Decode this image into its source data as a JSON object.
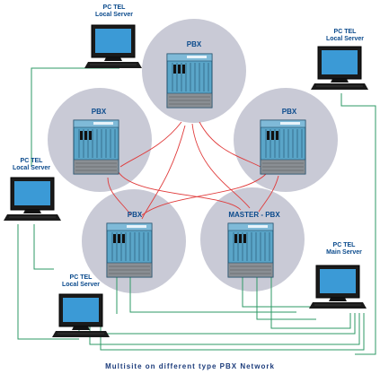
{
  "caption": "Multisite on different type PBX Network",
  "colors": {
    "circle": "#c9cad6",
    "green_line": "#2e9a66",
    "red_line": "#e03a3a",
    "pbx_body": "#5aa5c8",
    "screen": "#3b9ad6"
  },
  "pbx_nodes": [
    {
      "id": "pbx-top",
      "label": "PBX"
    },
    {
      "id": "pbx-left",
      "label": "PBX"
    },
    {
      "id": "pbx-right",
      "label": "PBX"
    },
    {
      "id": "pbx-bottom-left",
      "label": "PBX"
    },
    {
      "id": "pbx-master",
      "label": "MASTER - PBX"
    }
  ],
  "servers": [
    {
      "id": "server-top-left",
      "line1": "PC TEL",
      "line2": "Local Server"
    },
    {
      "id": "server-top-right",
      "line1": "PC TEL",
      "line2": "Local Server"
    },
    {
      "id": "server-mid-left",
      "line1": "PC TEL",
      "line2": "Local Server"
    },
    {
      "id": "server-bottom-left",
      "line1": "PC TEL",
      "line2": "Local Server"
    },
    {
      "id": "server-main",
      "line1": "PC TEL",
      "line2": "Main Server"
    }
  ]
}
